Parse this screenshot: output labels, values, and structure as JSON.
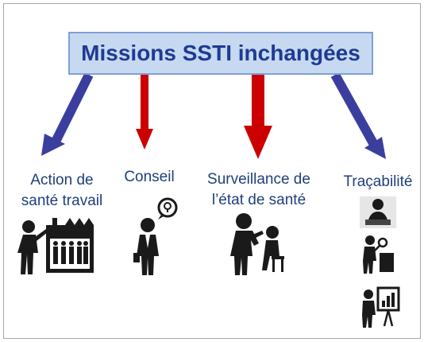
{
  "title": "Missions SSTI inchangées",
  "missions": [
    {
      "label_lines": [
        "Action de",
        "santé travail"
      ]
    },
    {
      "label_lines": [
        "Conseil"
      ]
    },
    {
      "label_lines": [
        "Surveillance de",
        "l’état de santé"
      ]
    },
    {
      "label_lines": [
        "Traçabilité"
      ]
    }
  ],
  "colors": {
    "title_fill": "#c6d9f1",
    "title_text": "#1f3a93",
    "blue_arrow": "#3a3f9e",
    "red_arrow": "#cc0000",
    "label_text": "#1f3f7a",
    "icon": "#1a1a1a"
  }
}
